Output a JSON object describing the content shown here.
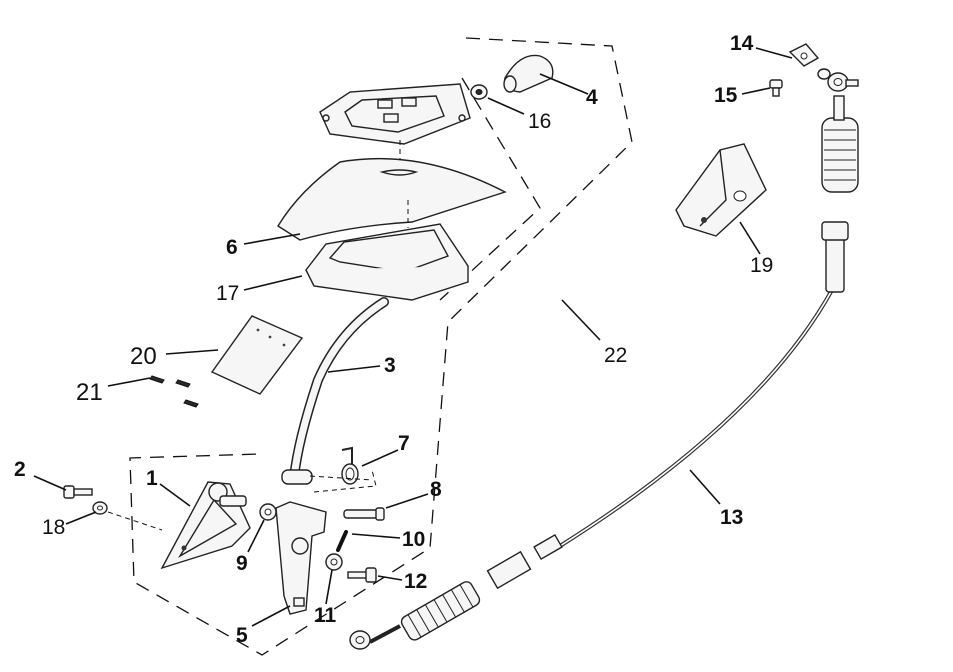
{
  "diagram": {
    "callouts": {
      "c1": "1",
      "c2": "2",
      "c3": "3",
      "c4": "4",
      "c5": "5",
      "c6": "6",
      "c7": "7",
      "c8": "8",
      "c9": "9",
      "c10": "10",
      "c11": "11",
      "c12": "12",
      "c13": "13",
      "c14": "14",
      "c15": "15",
      "c16": "16",
      "c17": "17",
      "c18": "18",
      "c19": "19",
      "c20": "20",
      "c21": "21",
      "c22": "22"
    }
  }
}
